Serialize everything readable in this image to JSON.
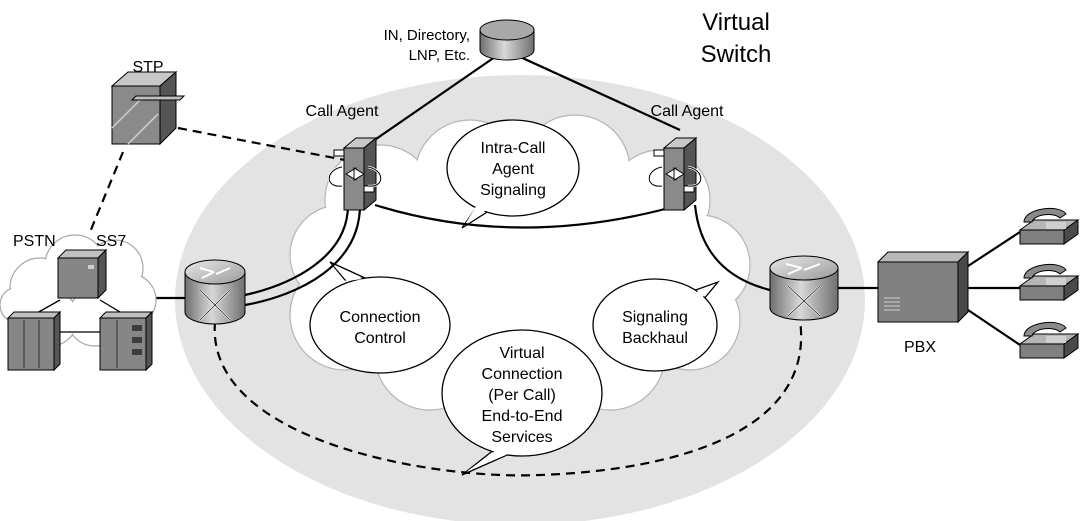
{
  "labels": {
    "virtual_switch_line1": "Virtual",
    "virtual_switch_line2": "Switch",
    "database_line1": "IN, Directory,",
    "database_line2": "LNP, Etc.",
    "stp": "STP",
    "call_agent_left": "Call Agent",
    "call_agent_right": "Call Agent",
    "pstn": "PSTN",
    "ss7": "SS7",
    "pbx": "PBX"
  },
  "bubbles": {
    "intra_call": [
      "Intra-Call",
      "Agent",
      "Signaling"
    ],
    "connection_control": [
      "Connection",
      "Control"
    ],
    "signaling_backhaul": [
      "Signaling",
      "Backhaul"
    ],
    "virtual_connection": [
      "Virtual",
      "Connection",
      "(Per Call)",
      "End-to-End",
      "Services"
    ]
  },
  "colors": {
    "switch_ellipse": "#e3e3e3",
    "cloud_fill": "#ffffff",
    "device_dark": "#7d7d7d",
    "device_light": "#c4c4c4",
    "line": "#000000"
  },
  "icons": {
    "database": "database-cylinder-icon",
    "stp": "stp-switch-icon",
    "call_agent": "call-agent-icon",
    "router": "router-icon",
    "pbx": "pbx-icon",
    "phone": "telephone-icon",
    "pstn": "pstn-cloud-icon"
  }
}
